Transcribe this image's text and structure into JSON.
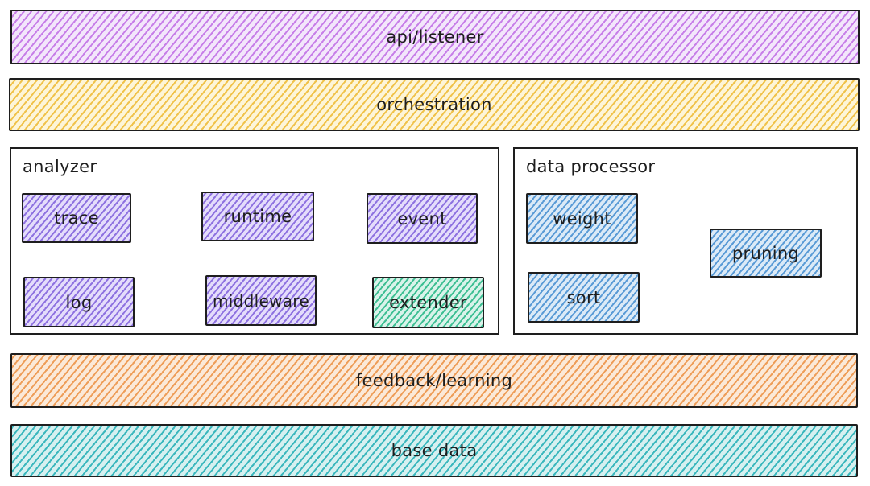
{
  "layers": {
    "api": "api/listener",
    "orchestration": "orchestration",
    "feedback": "feedback/learning",
    "base": "base data"
  },
  "analyzer": {
    "title": "analyzer",
    "modules": [
      "trace",
      "runtime",
      "event",
      "log",
      "middleware",
      "extender"
    ]
  },
  "data_processor": {
    "title": "data processor",
    "modules": [
      "weight",
      "sort",
      "pruning"
    ]
  },
  "colors": {
    "api": "#c77ee8",
    "orchestration": "#f0c24a",
    "feedback": "#ee9d58",
    "base": "#3ab7bd",
    "analyzer_module": "#8e72e0",
    "extender": "#3ebf93",
    "processor_module": "#5a9bd6",
    "stroke": "#1e1e1e"
  }
}
